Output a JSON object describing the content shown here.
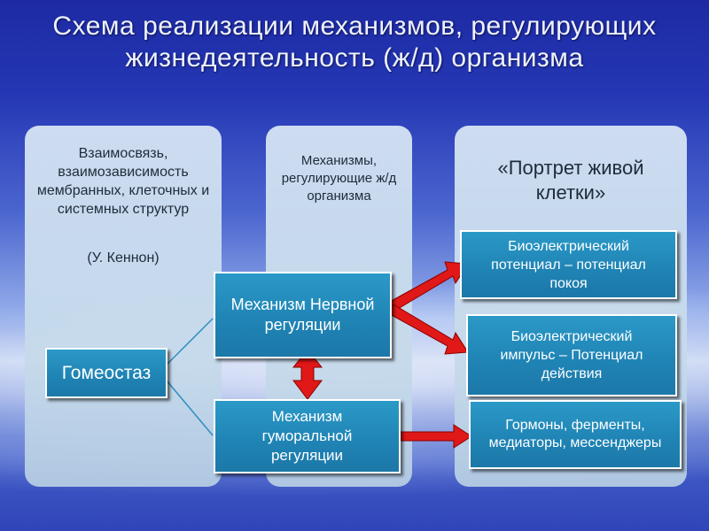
{
  "title": "Схема реализации механизмов, регулирующих жизнедеятельность (ж/д) организма",
  "panels": {
    "left": {
      "text": "Взаимосвязь, взаимозависимость мембранных, клеточных и системных структур",
      "author": "(У. Кеннон)"
    },
    "middle": {
      "text": "Механизмы, регулирующие ж/д организма"
    },
    "right": {
      "text": "«Портрет живой клетки»"
    }
  },
  "boxes": {
    "homeostasis": "Гомеостаз",
    "nervous": "Механизм Нервной регуляции",
    "humoral": "Механизм гуморальной регуляции",
    "bio_potential": "Биоэлектрический потенциал – потенциал покоя",
    "bio_impulse": "Биоэлектрический импульс – Потенциал действия",
    "hormones": "Гормоны, ферменты, медиаторы, мессенджеры"
  },
  "colors": {
    "box_fill": "#1f83b4",
    "arrow": "#e01818",
    "panel": "#cfe0ef"
  }
}
